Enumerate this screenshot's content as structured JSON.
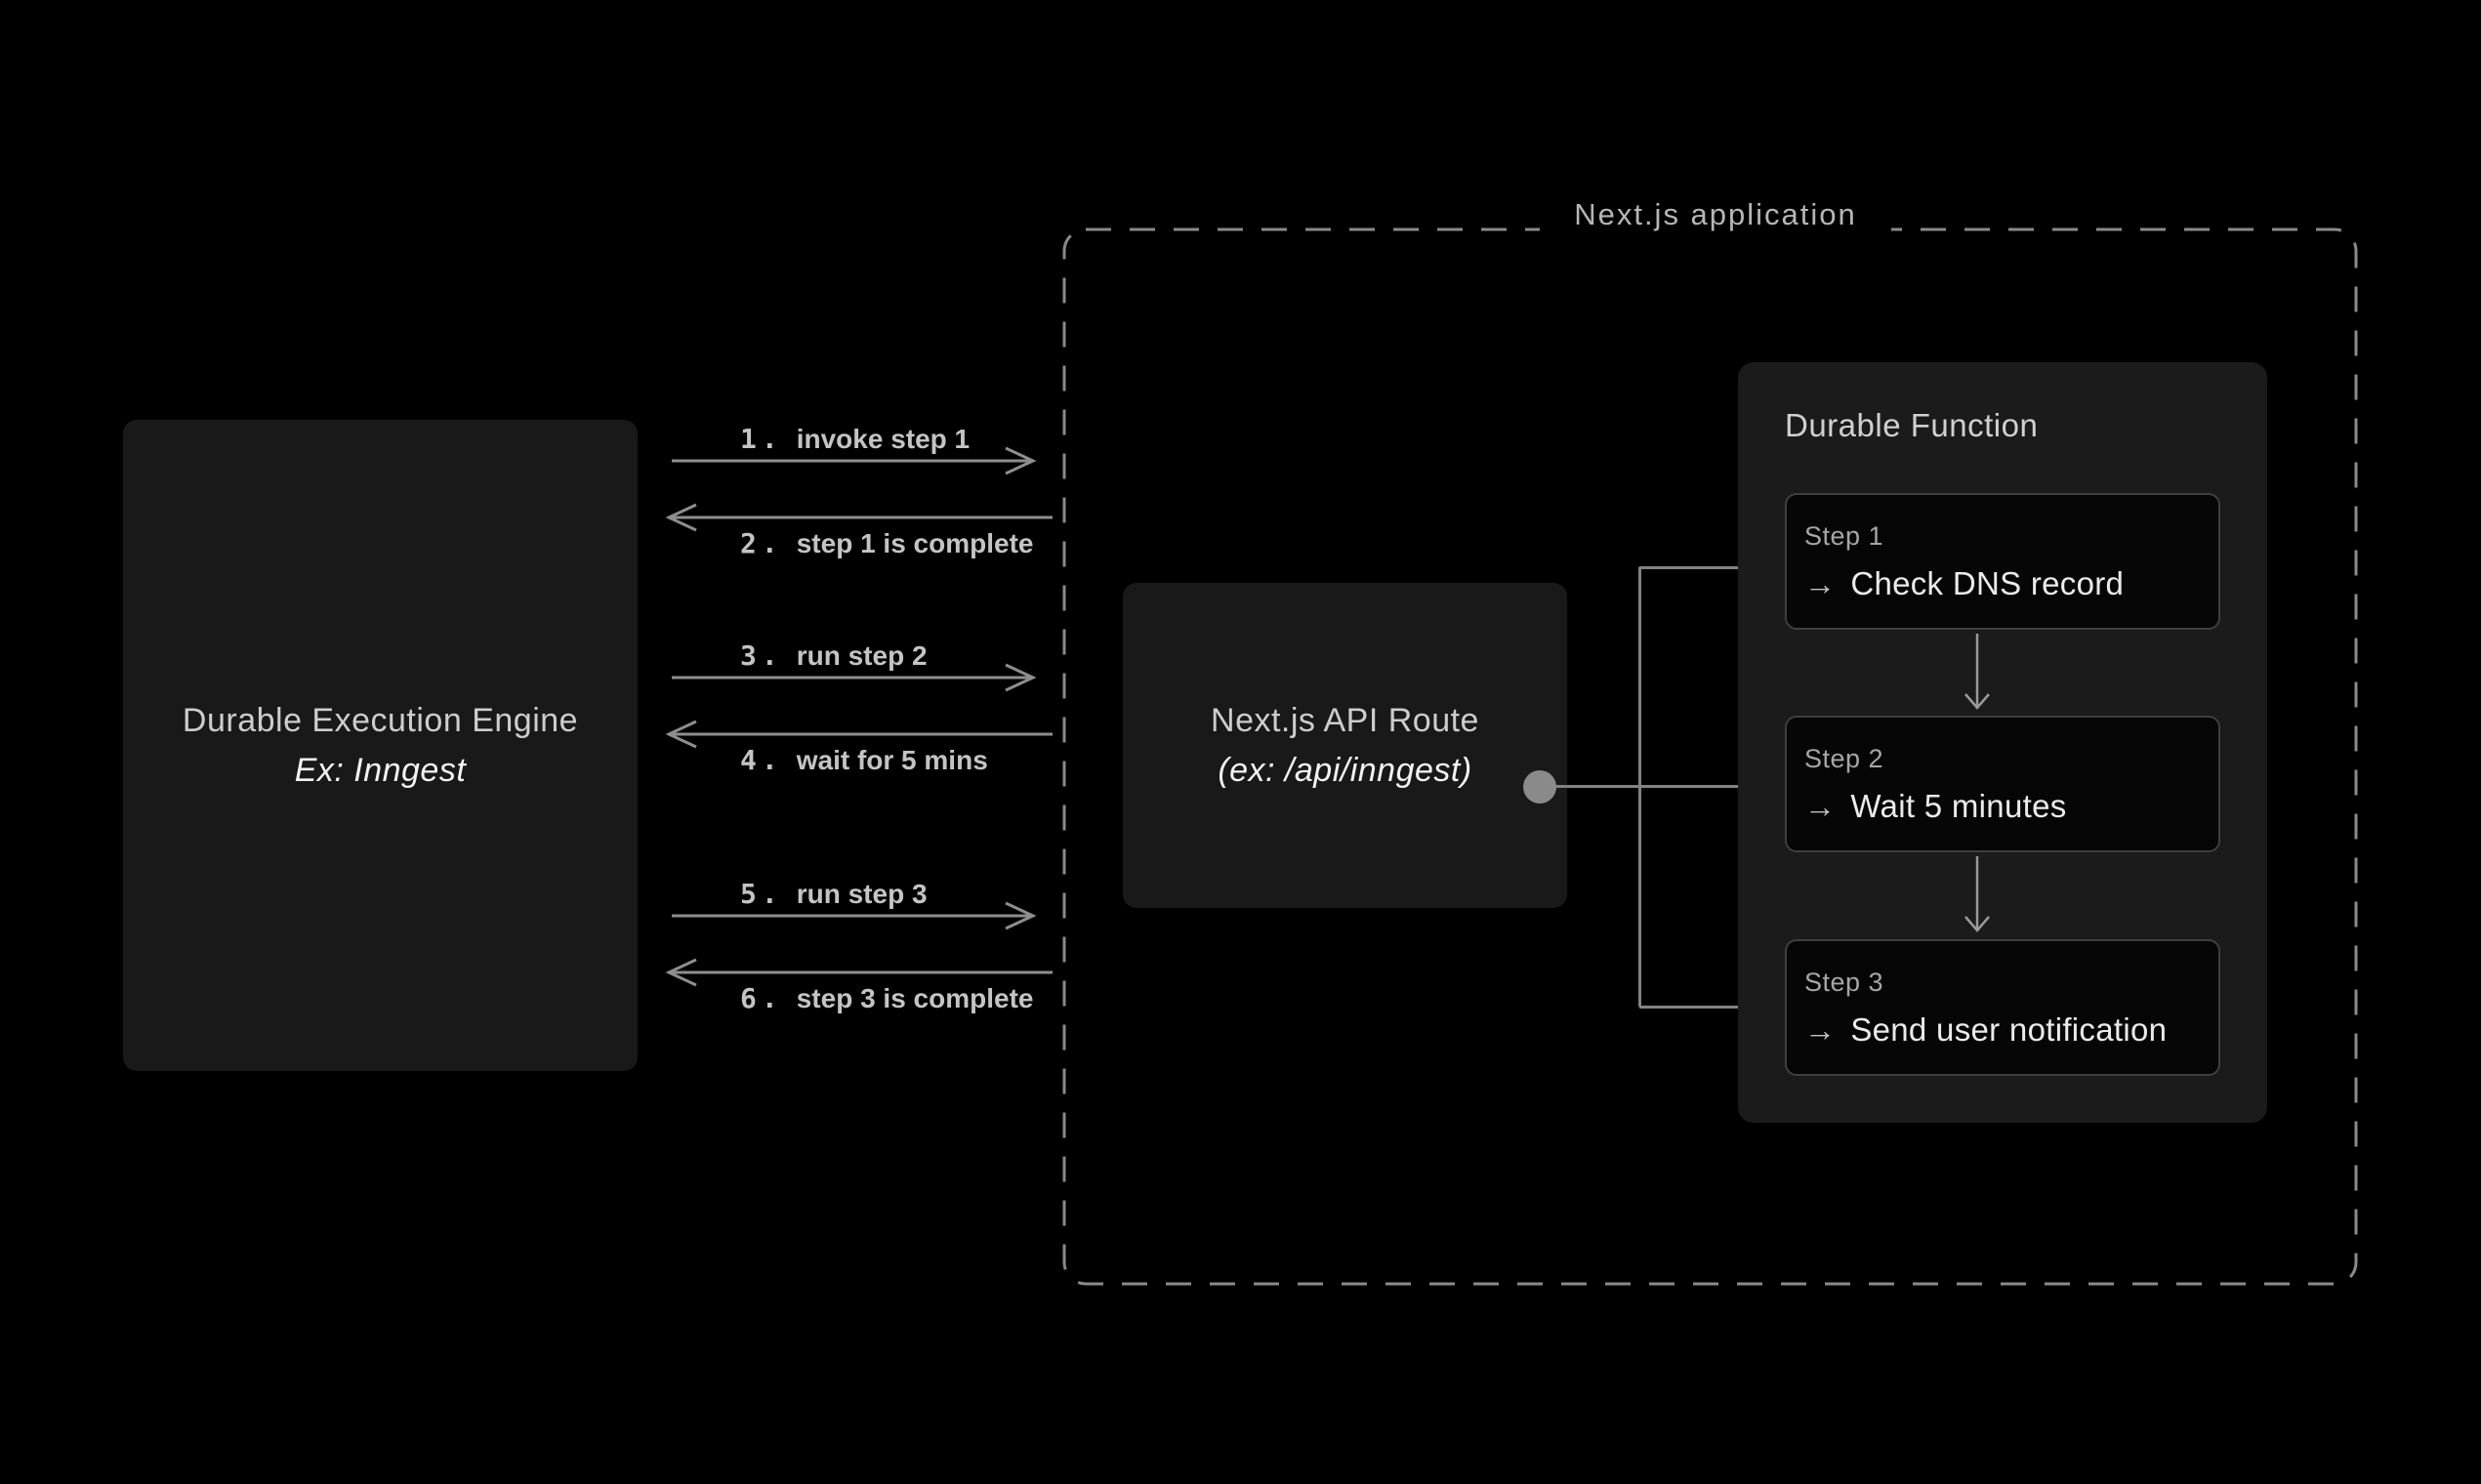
{
  "engine": {
    "title": "Durable Execution Engine",
    "subtitle": "Ex: Inngest"
  },
  "messages": [
    {
      "num": "1.",
      "text": "invoke step 1",
      "direction": "right"
    },
    {
      "num": "2.",
      "text": "step 1 is complete",
      "direction": "left"
    },
    {
      "num": "3.",
      "text": "run step 2",
      "direction": "right"
    },
    {
      "num": "4.",
      "text": "wait for 5 mins",
      "direction": "left"
    },
    {
      "num": "5.",
      "text": "run step 3",
      "direction": "right"
    },
    {
      "num": "6.",
      "text": "step 3 is complete",
      "direction": "left"
    }
  ],
  "nextjs_app": {
    "label": "Next.js application"
  },
  "api_route": {
    "title": "Next.js API Route",
    "subtitle": "(ex: /api/inngest)"
  },
  "durable_function": {
    "title": "Durable Function",
    "steps": [
      {
        "label": "Step 1",
        "action": "Check DNS record"
      },
      {
        "label": "Step 2",
        "action": "Wait 5 minutes"
      },
      {
        "label": "Step 3",
        "action": "Send user notification"
      }
    ]
  },
  "icons": {
    "step_arrow": "→"
  },
  "colors": {
    "background": "#000000",
    "box_fill": "#191919",
    "panel_fill": "#1b1b1b",
    "card_fill": "#060606",
    "card_border": "#3f3f3f",
    "line_gray": "#8e8e8e",
    "connector_gray": "#828282",
    "text_light": "#cdcdcd",
    "text_white": "#f3f3f3",
    "label_gray": "#c4c4c4",
    "dash_gray": "#8a8a8a"
  }
}
